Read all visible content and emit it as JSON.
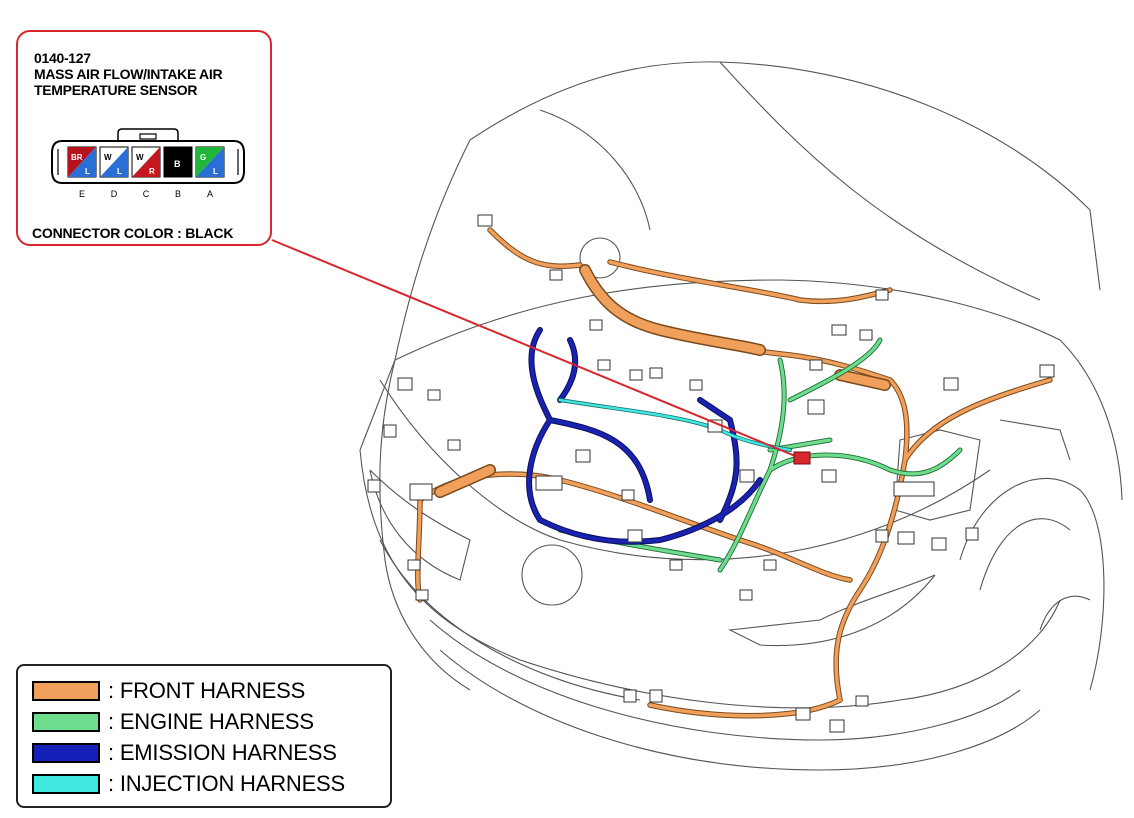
{
  "callout": {
    "code": "0140-127",
    "name_line1": "MASS AIR FLOW/INTAKE AIR",
    "name_line2": "TEMPERATURE SENSOR",
    "connector_color_label": "CONNECTOR COLOR : BLACK",
    "pins": [
      {
        "letter": "E",
        "wire": "BR/L",
        "top": "BR",
        "bottom": "L"
      },
      {
        "letter": "D",
        "wire": "W/L",
        "top": "W",
        "bottom": "L"
      },
      {
        "letter": "C",
        "wire": "W/R",
        "top": "W",
        "bottom": "R"
      },
      {
        "letter": "B",
        "wire": "B",
        "top": "B",
        "bottom": ""
      },
      {
        "letter": "A",
        "wire": "G/L",
        "top": "G",
        "bottom": "L"
      }
    ]
  },
  "legend": [
    {
      "label": ": FRONT HARNESS",
      "color": "#f0a05a"
    },
    {
      "label": ": ENGINE HARNESS",
      "color": "#6ddc8c"
    },
    {
      "label": ": EMISSION HARNESS",
      "color": "#1520b8"
    },
    {
      "label": ": INJECTION HARNESS",
      "color": "#3fe8e0"
    }
  ],
  "colors": {
    "callout_border": "#d8262d",
    "pointer_line": "#d8262d",
    "front_harness": "#e08a3c",
    "engine_harness": "#5fcf7e",
    "emission_harness": "#1a22b0",
    "injection_harness": "#3fd6d0",
    "sensor_marker": "#d8262d"
  }
}
